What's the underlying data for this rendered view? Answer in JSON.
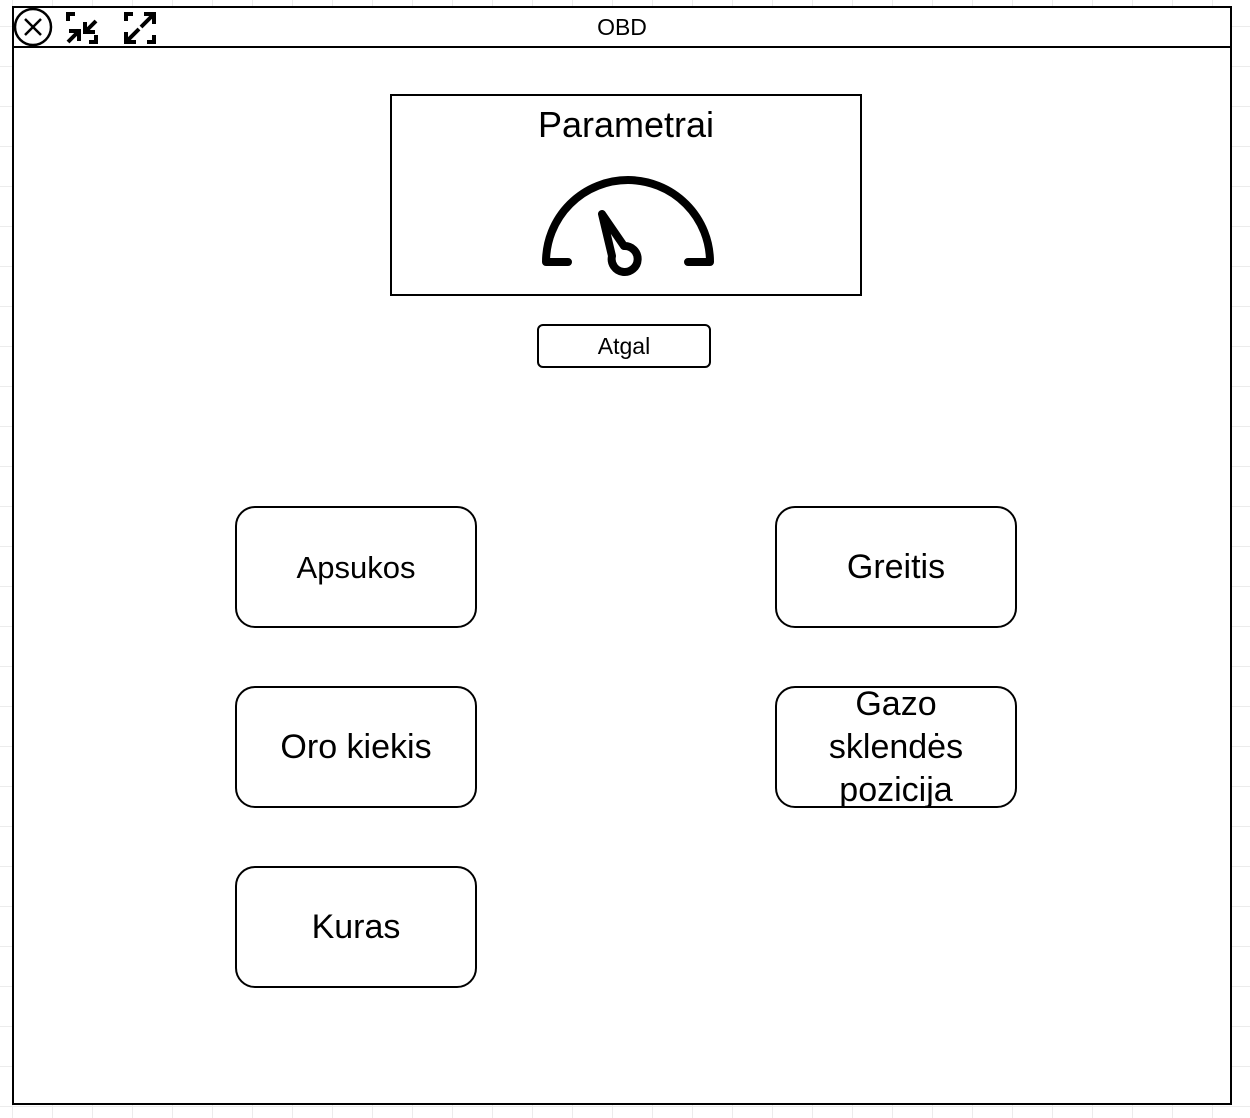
{
  "window": {
    "title": "OBD",
    "controls": [
      "close-icon",
      "minimize-icon",
      "maximize-icon"
    ]
  },
  "header": {
    "title": "Parametrai",
    "icon": "gauge-icon"
  },
  "back_button": {
    "label": "Atgal"
  },
  "parameters": [
    {
      "label": "Apsukos"
    },
    {
      "label": "Greitis"
    },
    {
      "label": "Oro kiekis"
    },
    {
      "label": "Gazo sklendės pozicija"
    },
    {
      "label": "Kuras"
    }
  ]
}
